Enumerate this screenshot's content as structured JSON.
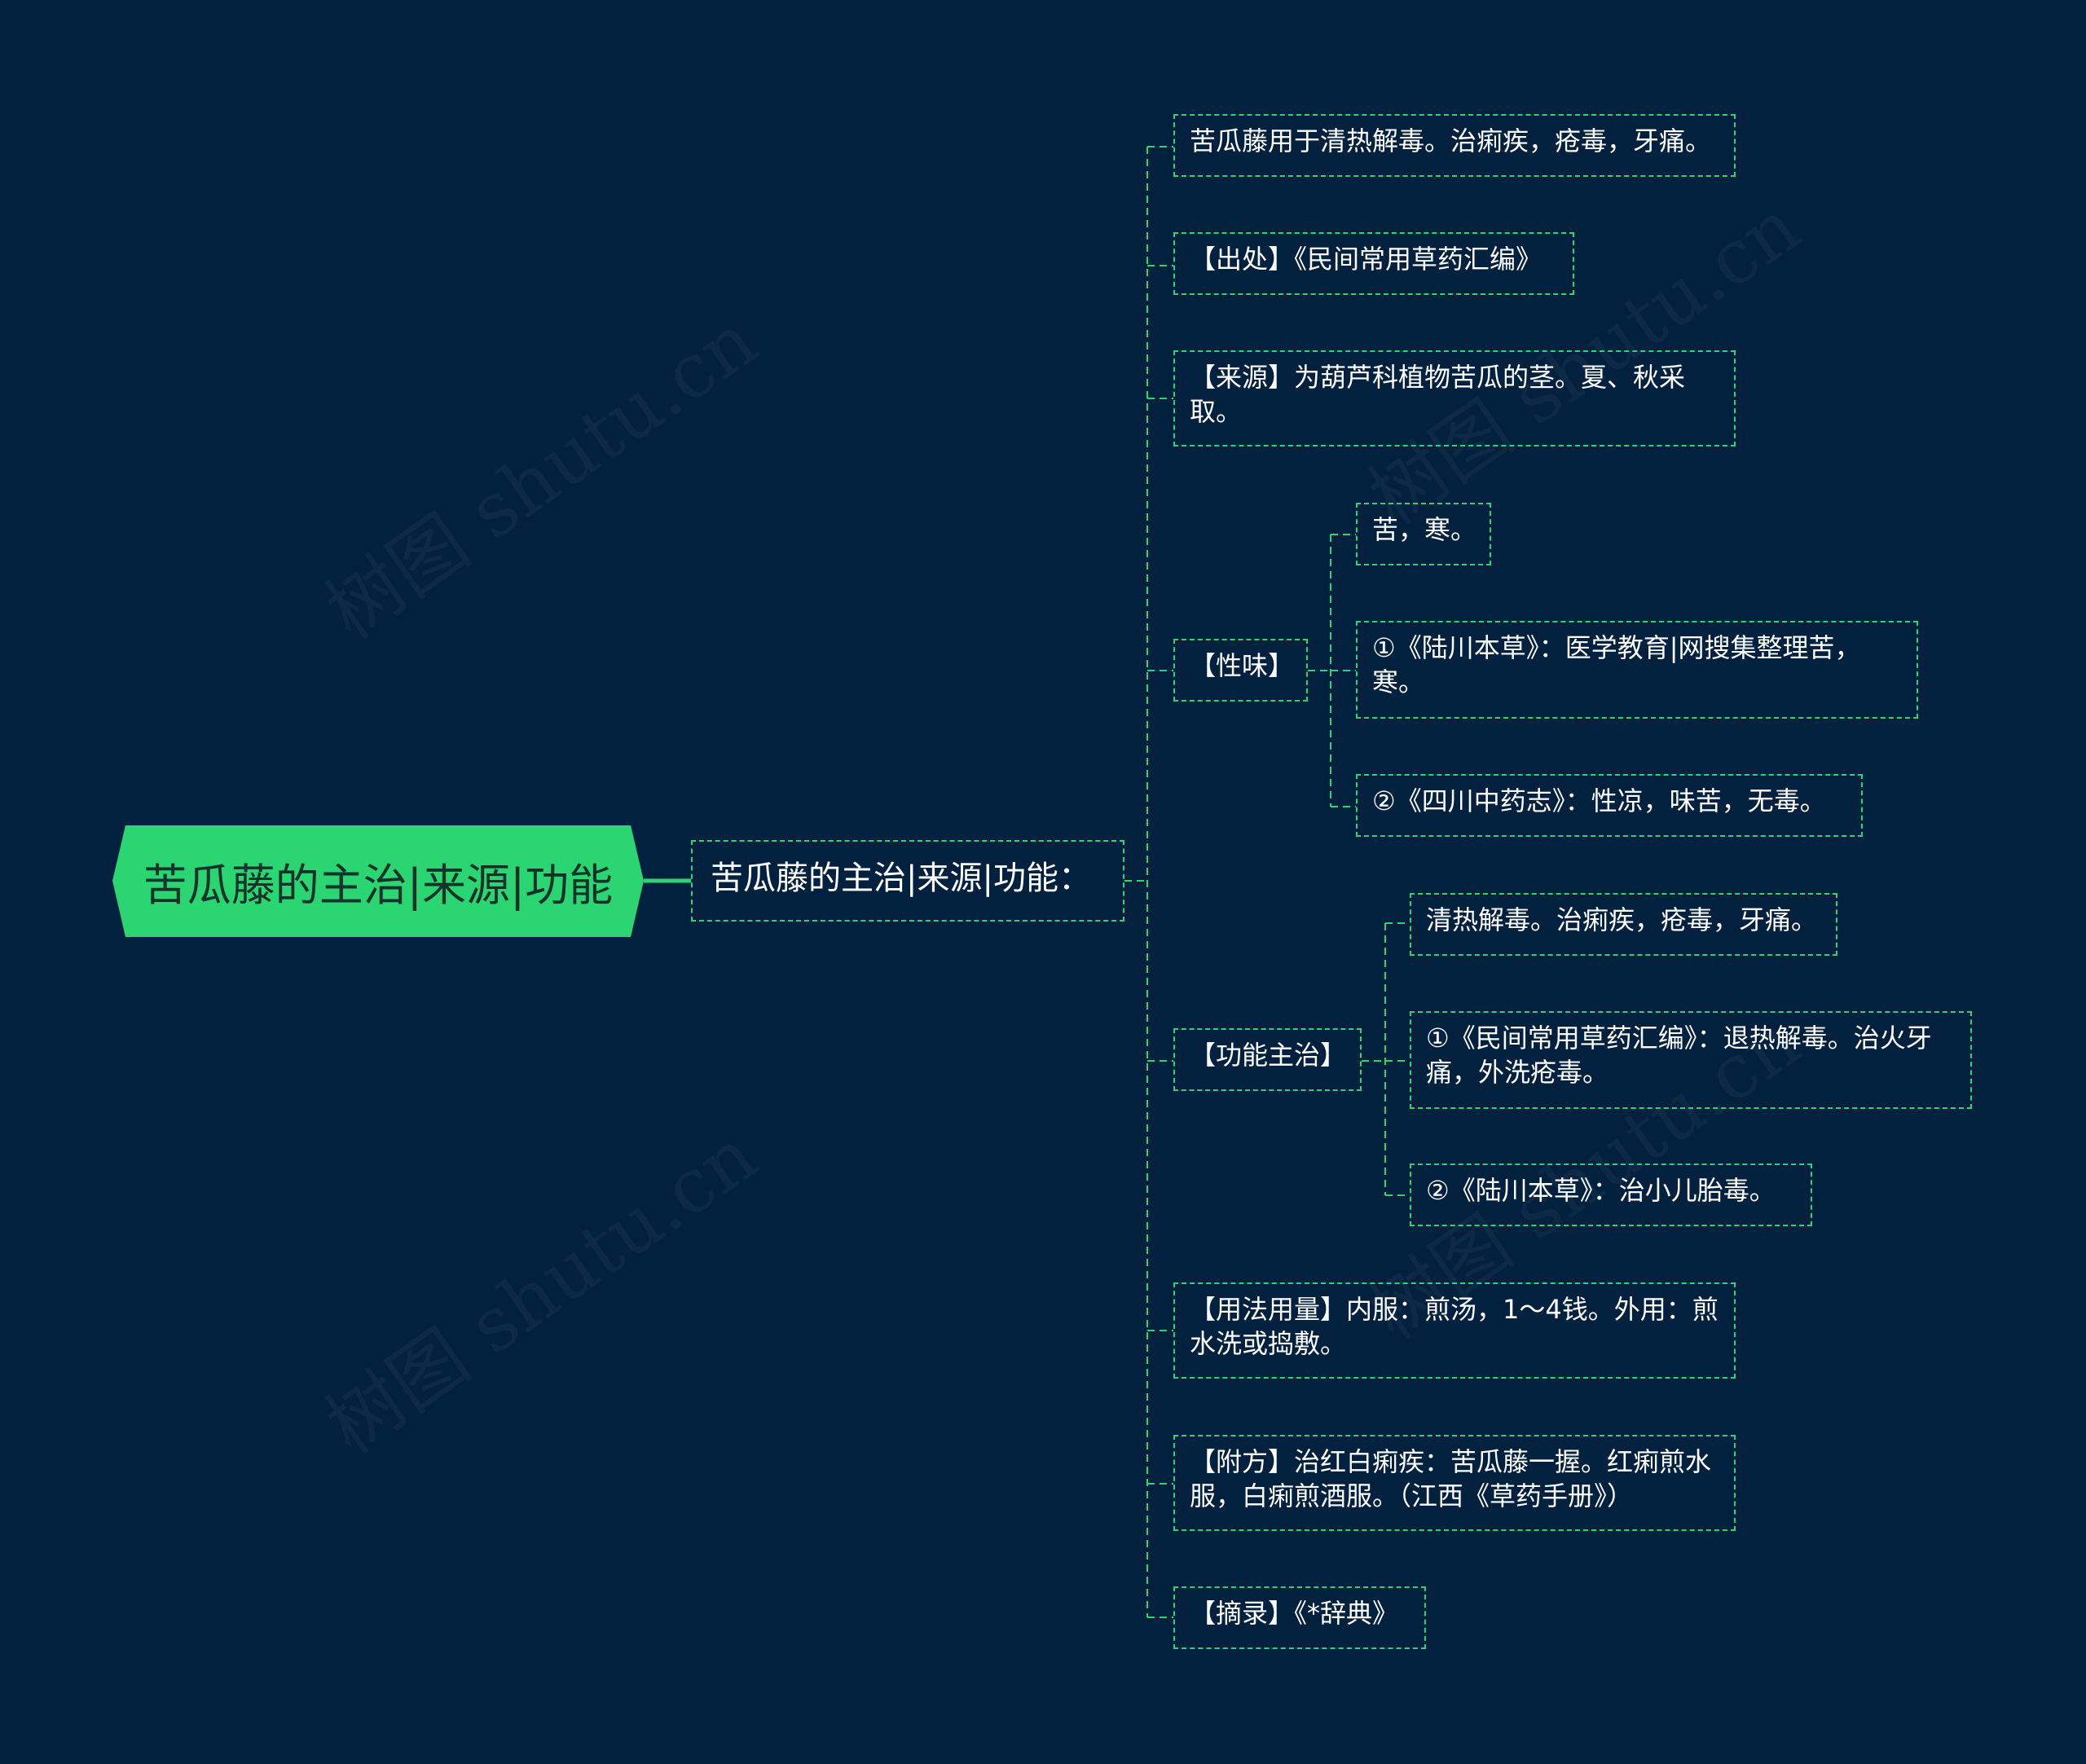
{
  "watermark_text": "树图 shutu.cn",
  "colors": {
    "background": "#02213e",
    "accent": "#2bd672",
    "node_text": "#ffffff"
  },
  "root": {
    "label": "苦瓜藤的主治|来源|功能"
  },
  "main_topic": {
    "label": "苦瓜藤的主治|来源|功能："
  },
  "branches": {
    "summary": "苦瓜藤用于清热解毒。治痢疾，疮毒，牙痛。",
    "source": "【出处】《民间常用草药汇编》",
    "origin": "【来源】为葫芦科植物苦瓜的茎。夏、秋采取。",
    "nature": {
      "label": "【性味】",
      "items": [
        "苦，寒。",
        "①《陆川本草》：医学教育|网搜集整理苦，寒。",
        "②《四川中药志》：性凉，味苦，无毒。"
      ]
    },
    "function": {
      "label": "【功能主治】",
      "items": [
        "清热解毒。治痢疾，疮毒，牙痛。",
        "①《民间常用草药汇编》：退热解毒。治火牙痛，外洗疮毒。",
        "②《陆川本草》：治小儿胎毒。"
      ]
    },
    "usage": "【用法用量】内服：煎汤，1～4钱。外用：煎水洗或捣敷。",
    "prescription": "【附方】治红白痢疾：苦瓜藤一握。红痢煎水服，白痢煎酒服。（江西《草药手册》）",
    "excerpt": "【摘录】《*辞典》"
  }
}
